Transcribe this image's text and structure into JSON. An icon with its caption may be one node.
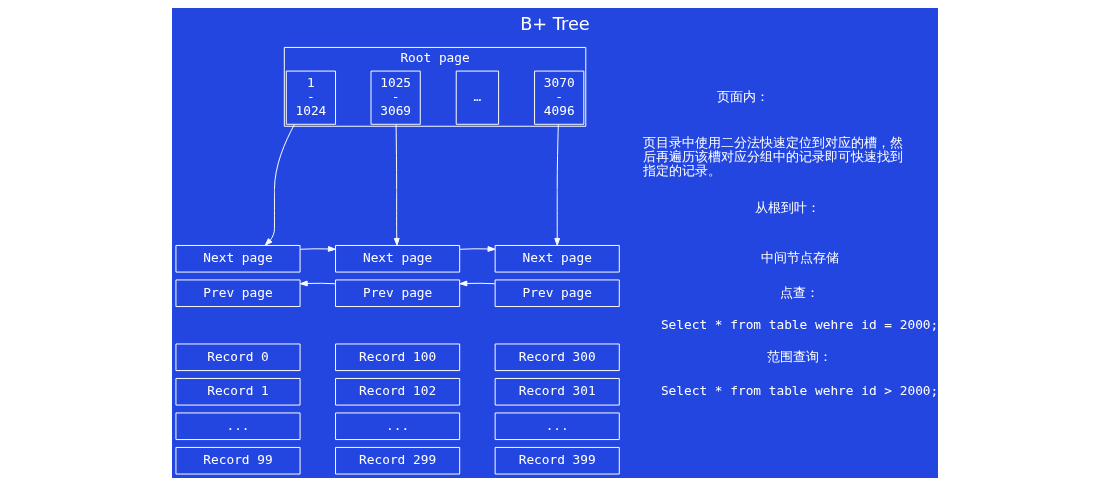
{
  "diagram": {
    "title": "B+ Tree",
    "nodes": [
      {
        "text": [
          "Root page"
        ]
      },
      {
        "text": [
          "1 - 1024"
        ],
        "in": 0
      },
      {
        "text": [
          "1025 - 3069"
        ],
        "in": 0
      },
      {
        "text": [
          "…"
        ],
        "in": 0
      },
      {
        "text": [
          "3070 - 4096"
        ],
        "in": 0
      },
      {
        "text": [
          "Next page"
        ]
      },
      {
        "text": [
          "Next page"
        ]
      },
      {
        "text": [
          "Next page"
        ]
      },
      {
        "text": [
          "Prev page"
        ]
      },
      {
        "text": [
          "Prev page"
        ]
      },
      {
        "text": [
          "Prev page"
        ]
      },
      {
        "text": [
          "Record 0"
        ]
      },
      {
        "text": [
          "Record 100"
        ]
      },
      {
        "text": [
          "Record 300"
        ]
      },
      {
        "text": [
          "Record 1"
        ]
      },
      {
        "text": [
          "Record 102"
        ]
      },
      {
        "text": [
          "Record 301"
        ]
      },
      {
        "text": [
          "..."
        ]
      },
      {
        "text": [
          "..."
        ]
      },
      {
        "text": [
          "..."
        ]
      },
      {
        "text": [
          "Record 99"
        ]
      },
      {
        "text": [
          "Record 299"
        ]
      },
      {
        "text": [
          "Record 399"
        ]
      }
    ],
    "edges": [
      {
        "from": 1,
        "to": 5,
        "arrow": "to"
      },
      {
        "from": 2,
        "to": 6,
        "arrow": "to"
      },
      {
        "from": 4,
        "to": 7,
        "arrow": "to"
      },
      {
        "from": 5,
        "to": 6,
        "arrow": "to"
      },
      {
        "from": 6,
        "to": 7,
        "arrow": "to"
      },
      {
        "from": 9,
        "to": 8,
        "arrow": "to"
      },
      {
        "from": 10,
        "to": 9,
        "arrow": "to"
      }
    ],
    "labels": [
      "页面内：",
      "页目录中使用二分法快速定位到对应的槽，然后再遍历该槽对应分组中的记录即可快速找到指定的记录。",
      "从根到叶：",
      "中间节点存储",
      "点查：",
      "Select * from table wehre id = 2000;",
      "范围查询：",
      "Select * from table wehre id > 2000;"
    ]
  }
}
